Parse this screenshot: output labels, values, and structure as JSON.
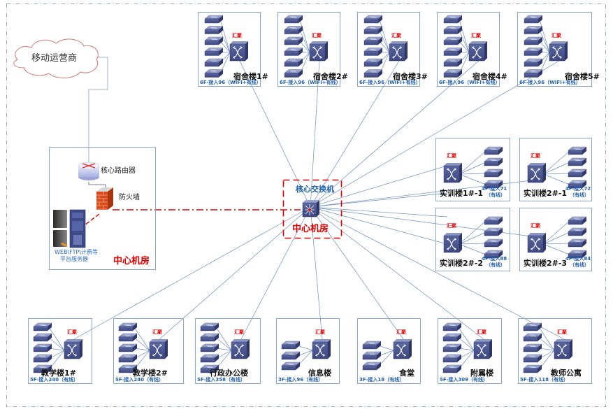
{
  "diagram": {
    "type": "campus-network-topology",
    "isp": {
      "label": "移动运营商"
    },
    "center_room": {
      "label": "中心机房",
      "router": {
        "label": "核心路由器"
      },
      "firewall": {
        "label": "防火墙"
      },
      "servers": {
        "label_line1": "WEB\\FTP\\计费等",
        "label_line2": "平台服务器"
      }
    },
    "core": {
      "label": "核心交换机",
      "room_label": "中心机房"
    },
    "aggregation_label": "汇聚",
    "colors": {
      "switch_fill": "#4f5b93",
      "link_line": "#6f8fc0",
      "box_border": "#8aa6cc",
      "accent_red": "#e00000",
      "caption_blue": "#1f5fb0"
    },
    "buildings": [
      {
        "id": "dorm1",
        "name": "宿舍楼1#",
        "caption": "6F-接入96（WIFI+有线）",
        "access_switches": 6
      },
      {
        "id": "dorm2",
        "name": "宿舍楼2#",
        "caption": "6F-接入96（WIFI+有线）",
        "access_switches": 6
      },
      {
        "id": "dorm3",
        "name": "宿舍楼3#",
        "caption": "6F-接入96（WIFI+有线）",
        "access_switches": 6
      },
      {
        "id": "dorm4",
        "name": "宿舍楼4#",
        "caption": "6F-接入96（WIFI+有线）",
        "access_switches": 6
      },
      {
        "id": "dorm5",
        "name": "宿舍楼5#",
        "caption": "6F-接入96（WIFI+有线）",
        "access_switches": 6
      },
      {
        "id": "train1-1",
        "name": "实训楼1#-1",
        "caption_line1": "4F-接入71",
        "caption_line2": "（有线）",
        "access_switches": 4
      },
      {
        "id": "train2-1",
        "name": "实训楼2#-1",
        "caption_line1": "4F-接入72",
        "caption_line2": "（有线）",
        "access_switches": 4
      },
      {
        "id": "train2-2",
        "name": "实训楼2#-2",
        "caption_line1": "4F-接入88",
        "caption_line2": "（有线）",
        "access_switches": 4
      },
      {
        "id": "train2-3",
        "name": "实训楼2#-3",
        "caption_line1": "4F-接入84",
        "caption_line2": "（有线）",
        "access_switches": 4
      },
      {
        "id": "teach1",
        "name": "教学楼1#",
        "caption": "5F-接入240（有线）",
        "access_switches": 5
      },
      {
        "id": "teach2",
        "name": "教学楼2#",
        "caption": "5F-接入240（有线）",
        "access_switches": 5
      },
      {
        "id": "admin",
        "name": "行政办公楼",
        "caption": "5F-接入358（有线）",
        "access_switches": 5
      },
      {
        "id": "info",
        "name": "信息楼",
        "caption": "3F-接入96（有线）",
        "access_switches": 3
      },
      {
        "id": "canteen",
        "name": "食堂",
        "caption": "3F-接入18（有线）",
        "access_switches": 3
      },
      {
        "id": "annex",
        "name": "附属楼",
        "caption": "5F-接入309（有线）",
        "access_switches": 5
      },
      {
        "id": "teacher-apt",
        "name": "教师公寓",
        "caption": "5F-接入118（有线）",
        "access_switches": 5
      }
    ]
  }
}
